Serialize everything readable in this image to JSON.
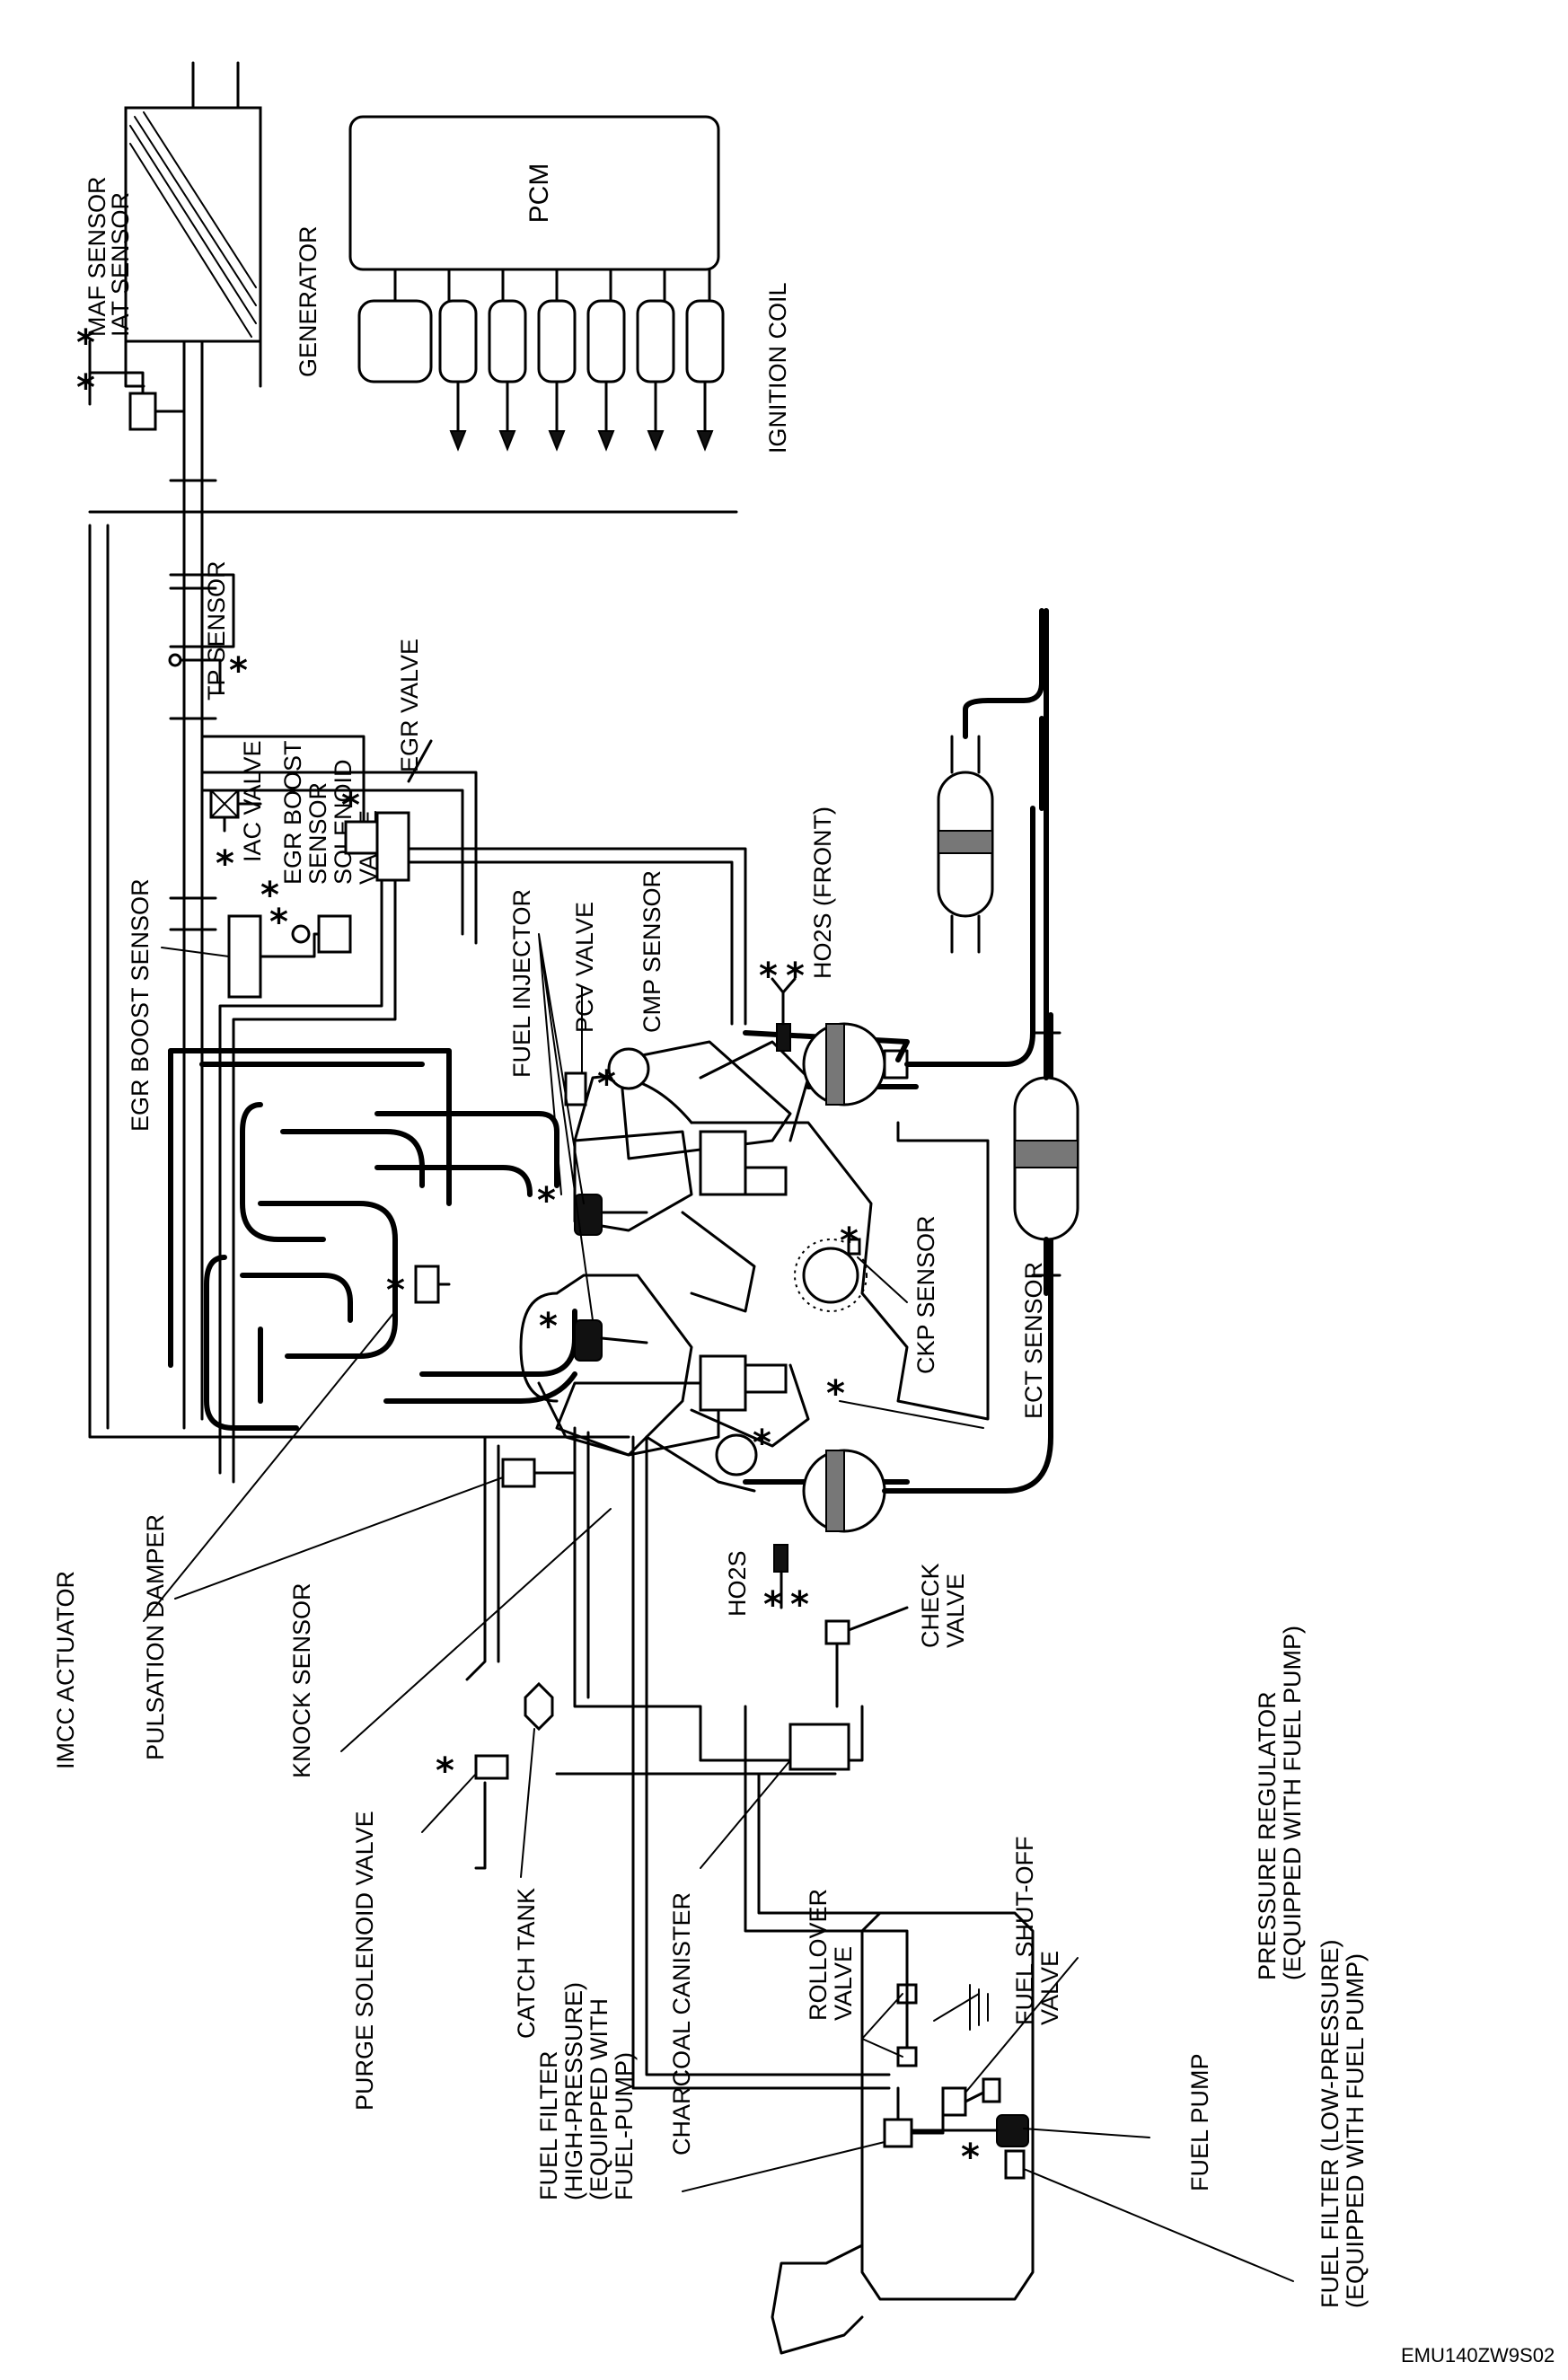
{
  "labels": {
    "maf_sensor": "MAF SENSOR",
    "iat_sensor": "IAT SENSOR",
    "pcm": "PCM",
    "generator": "GENERATOR",
    "ignition_coil": "IGNITION COIL",
    "tp_sensor": "TP SENSOR",
    "egr_boost_solenoid_1": "EGR BOOST",
    "egr_boost_solenoid_2": "SENSOR",
    "egr_boost_solenoid_3": "SOLENOID",
    "egr_boost_solenoid_4": "VALVE",
    "egr_valve": "EGR VALVE",
    "iac_valve": "IAC VALVE",
    "ho2s_front": "HO2S (FRONT)",
    "egr_boost_sensor": "EGR BOOST SENSOR",
    "cmp_sensor": "CMP SENSOR",
    "pcv_valve": "PCV VALVE",
    "fuel_injector": "FUEL INJECTOR",
    "ckp_sensor": "CKP SENSOR",
    "ect_sensor": "ECT SENSOR",
    "imcc_actuator": "IMCC ACTUATOR",
    "ho2s": "HO2S",
    "check_valve_1": "CHECK",
    "check_valve_2": "VALVE",
    "pressure_regulator_1": "PRESSURE REGULATOR",
    "pressure_regulator_2": "(EQUIPPED WITH FUEL PUMP)",
    "pulsation_damper": "PULSATION DAMPER",
    "knock_sensor": "KNOCK SENSOR",
    "charcoal_canister": "CHARCOAL CANISTER",
    "rollover_valve_1": "ROLLOVER",
    "rollover_valve_2": "VALVE",
    "fuel_shutoff_1": "FUEL SHUT-OFF",
    "fuel_shutoff_2": "VALVE",
    "fuel_filter_low_1": "FUEL FILTER (LOW-PRESSURE)",
    "fuel_filter_low_2": "(EQUIPPED WITH FUEL PUMP)",
    "purge_solenoid": "PURGE SOLENOID VALVE",
    "catch_tank": "CATCH TANK",
    "fuel_pump": "FUEL PUMP",
    "fuel_filter_high_1": "FUEL FILTER",
    "fuel_filter_high_2": "(HIGH-PRESSURE)",
    "fuel_filter_high_3": "(EQUIPPED WITH",
    "fuel_filter_high_4": "FUEL-PUMP)",
    "star": "*",
    "double_star": "**"
  },
  "figure_code": "EMU140ZW9S02"
}
